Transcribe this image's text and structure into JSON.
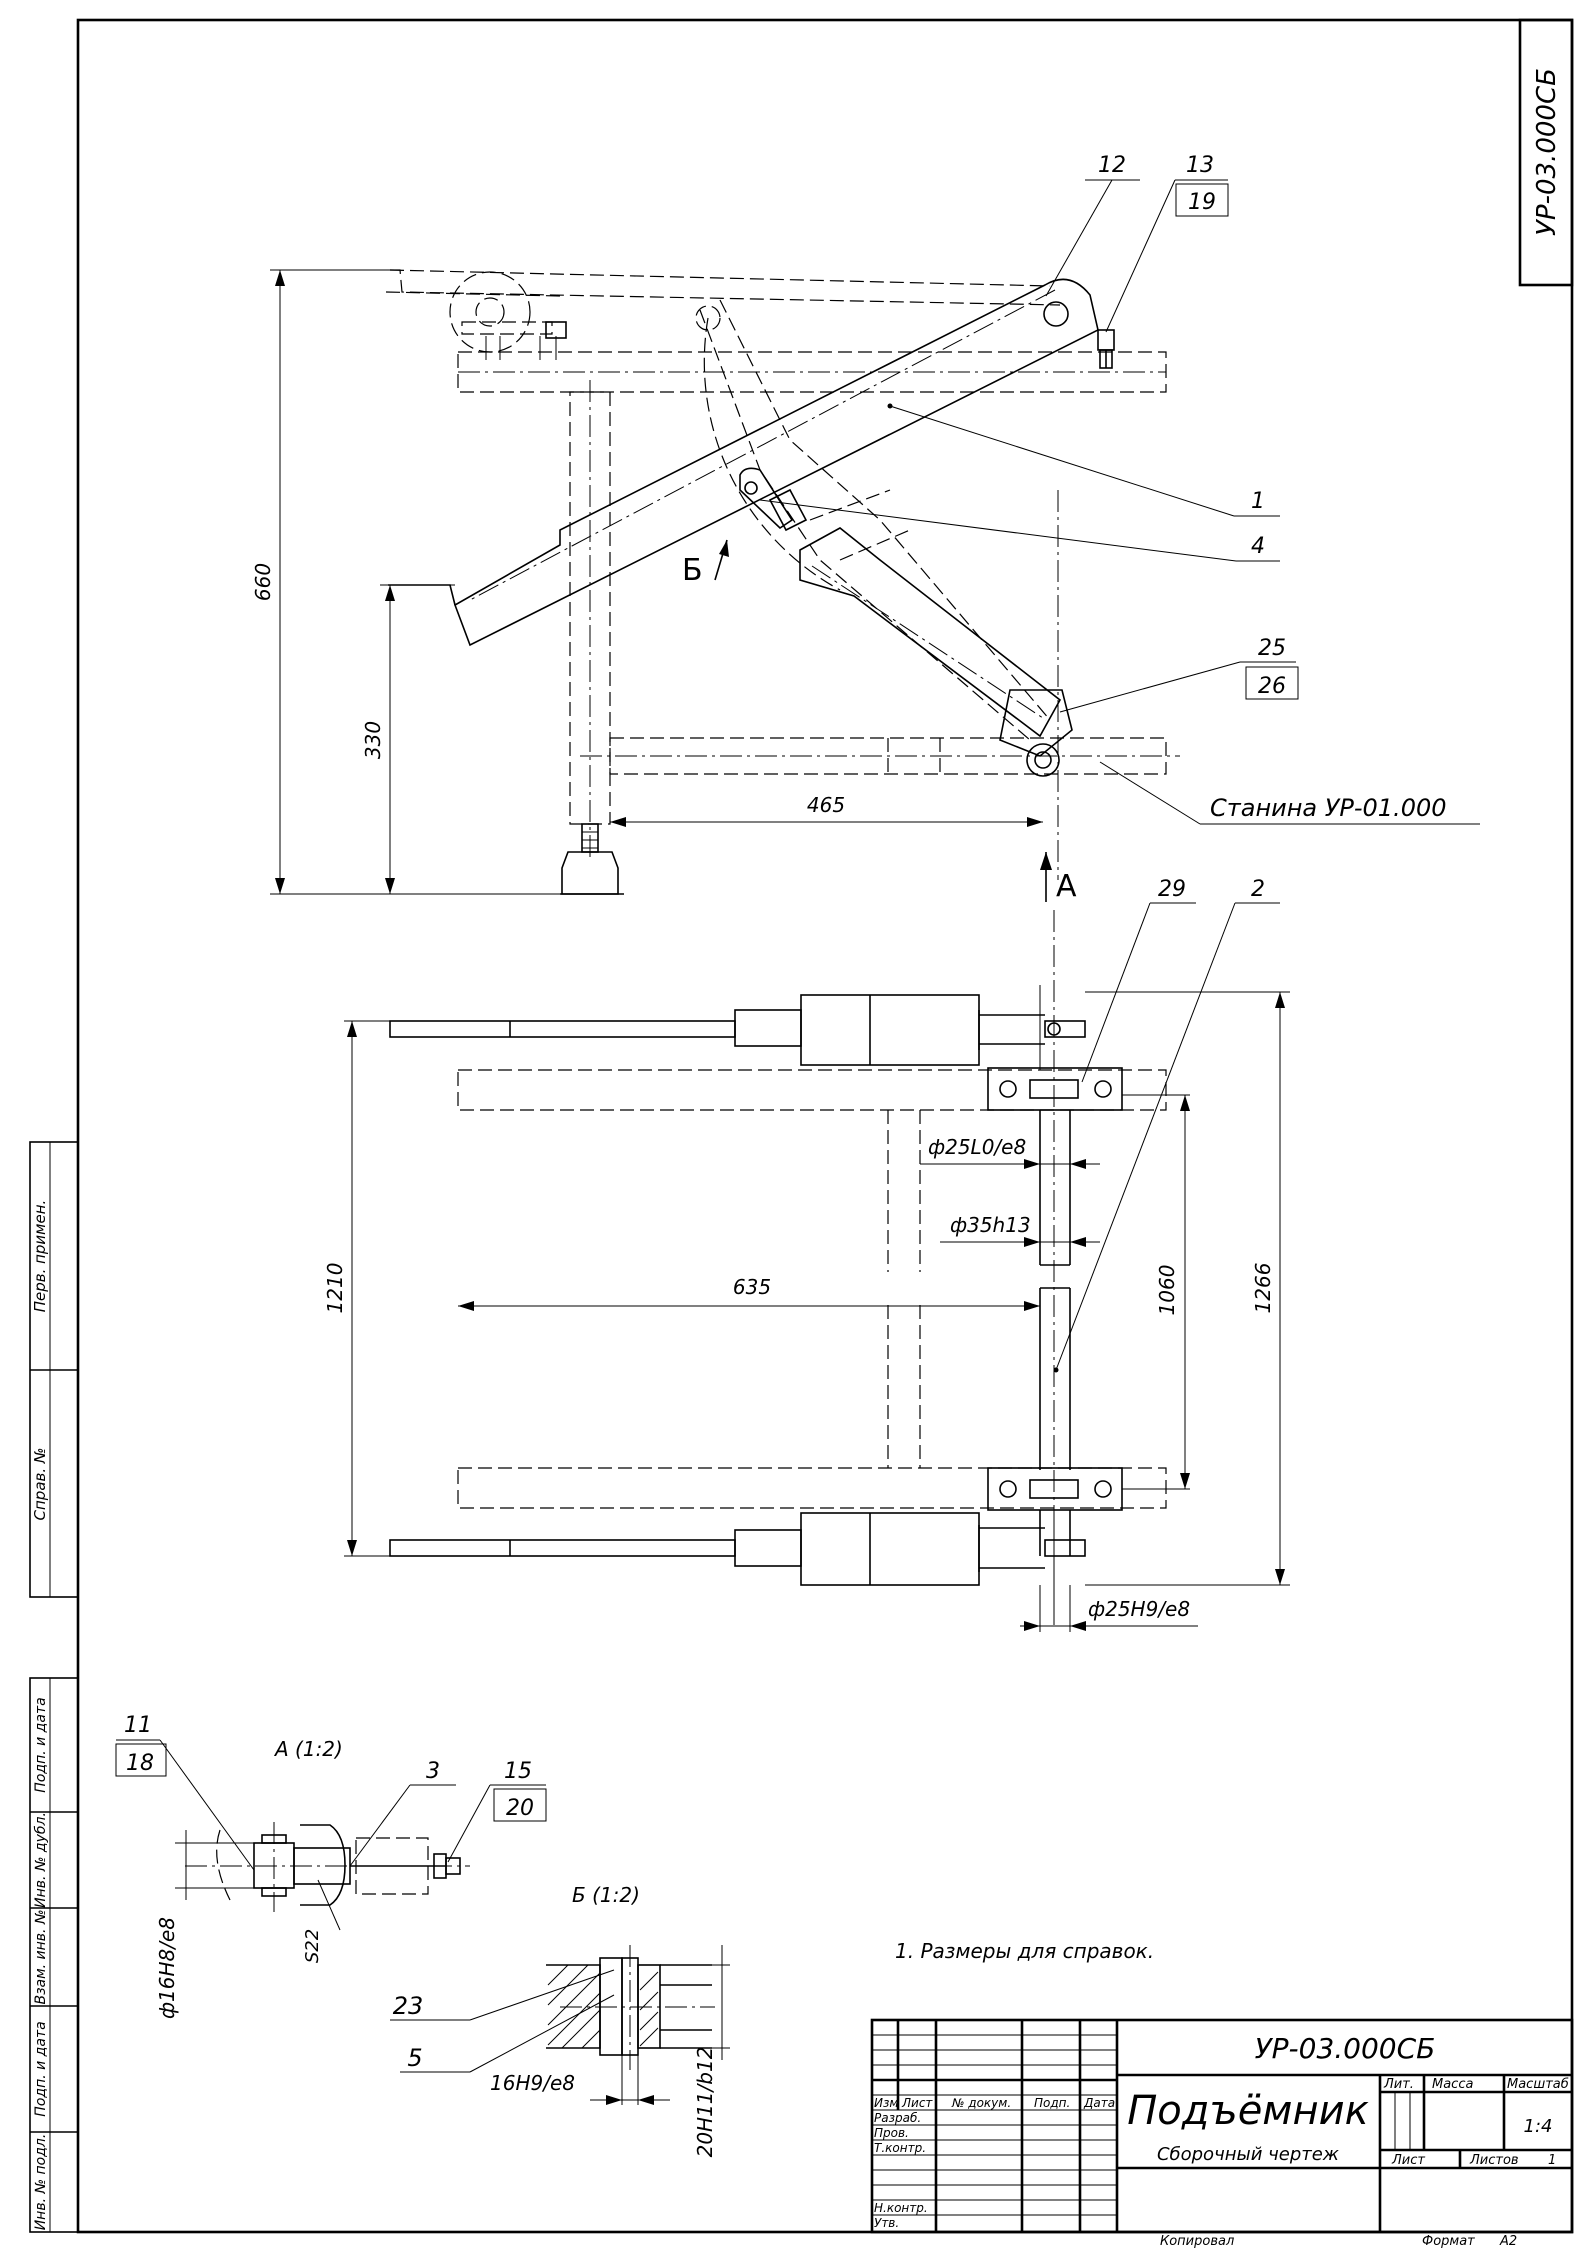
{
  "drawing": {
    "code": "УР-03.000СБ",
    "title": "Подъёмник",
    "subtitle": "Сборочный чертеж",
    "note": "1. Размеры для справок.",
    "frame_ref": "Станина УР-01.000",
    "view_a_marker": "А",
    "view_b_marker": "Б",
    "view_a_label": "А (1:2)",
    "view_b_label": "Б (1:2)"
  },
  "side_labels": {
    "perv_primen": "Перв. примен.",
    "sprav_no": "Справ. №",
    "podp_data_1": "Подп. и дата",
    "inv_dubl": "Инв. № дубл.",
    "vzam_inv": "Взам. инв. №",
    "podp_data_2": "Подп. и дата",
    "inv_podl": "Инв. № подл."
  },
  "title_block": {
    "izm": "Изм",
    "list": "Лист",
    "no_dokum": "№ докум.",
    "podp": "Подп.",
    "data": "Дата",
    "razrab": "Разраб.",
    "prov": "Пров.",
    "tkontr": "Т.контр.",
    "nkontr": "Н.контр.",
    "utv": "Утв.",
    "lit": "Лит.",
    "massa": "Масса",
    "masshtab": "Масштаб",
    "scale_value": "1:4",
    "list_label": "Лист",
    "listov_label": "Листов",
    "listov_value": "1",
    "kopiroval": "Копировал",
    "format": "Формат",
    "format_value": "А2"
  },
  "positions": {
    "p12": "12",
    "p13": "13",
    "p19": "19",
    "p1": "1",
    "p4": "4",
    "p25": "25",
    "p26": "26",
    "p29": "29",
    "p2": "2",
    "p11": "11",
    "p18": "18",
    "p3": "3",
    "p15": "15",
    "p20": "20",
    "p23": "23",
    "p5": "5"
  },
  "dimensions": {
    "d660": "660",
    "d330": "330",
    "d465": "465",
    "d1210": "1210",
    "d635": "635",
    "d1060": "1060",
    "d1266": "1266",
    "fit_25L0": "ф25L0/e8",
    "fit_35": "ф35h13",
    "fit_25H9": "ф25H9/e8",
    "fit_16H8": "ф16H8/e8",
    "s22": "S22",
    "fit_16H9": "16H9/e8",
    "fit_20H11": "20H11/b12"
  }
}
